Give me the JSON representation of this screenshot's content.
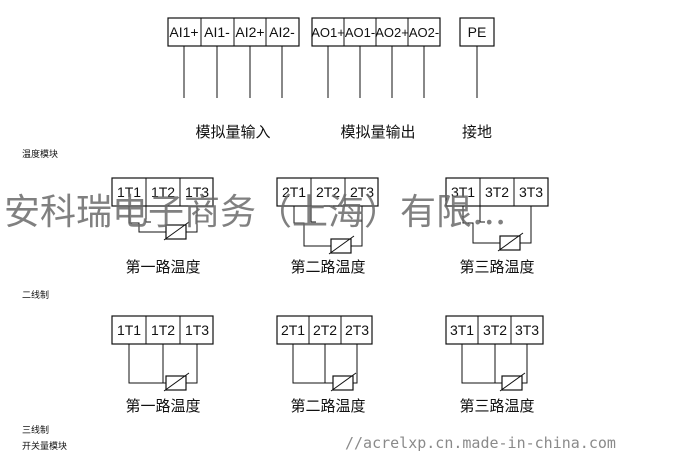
{
  "analog_blocks": [
    {
      "terminals": [
        "AI1+",
        "AI1-",
        "AI2+",
        "AI2-"
      ],
      "label": "模拟量输入"
    },
    {
      "terminals": [
        "AO1+",
        "AO1-",
        "AO2+",
        "AO2-"
      ],
      "label": "模拟量输出"
    },
    {
      "terminals": [
        "PE"
      ],
      "label": "接地"
    }
  ],
  "side_labels": {
    "temp_module": "温度模块",
    "two_wire": "二线制",
    "three_wire": "三线制",
    "switch_module": "开关量模块"
  },
  "two_wire_channels": [
    {
      "terminals": [
        "1T1",
        "1T2",
        "1T3"
      ],
      "label": "第一路温度"
    },
    {
      "terminals": [
        "2T1",
        "2T2",
        "2T3"
      ],
      "label": "第二路温度"
    },
    {
      "terminals": [
        "3T1",
        "3T2",
        "3T3"
      ],
      "label": "第三路温度"
    }
  ],
  "three_wire_channels": [
    {
      "terminals": [
        "1T1",
        "1T2",
        "1T3"
      ],
      "label": "第一路温度"
    },
    {
      "terminals": [
        "2T1",
        "2T2",
        "2T3"
      ],
      "label": "第二路温度"
    },
    {
      "terminals": [
        "3T1",
        "3T2",
        "3T3"
      ],
      "label": "第三路温度"
    }
  ],
  "watermark": {
    "company": "安科瑞电子商务（上海）有限...",
    "url": "//acrelxp.cn.made-in-china.com"
  }
}
